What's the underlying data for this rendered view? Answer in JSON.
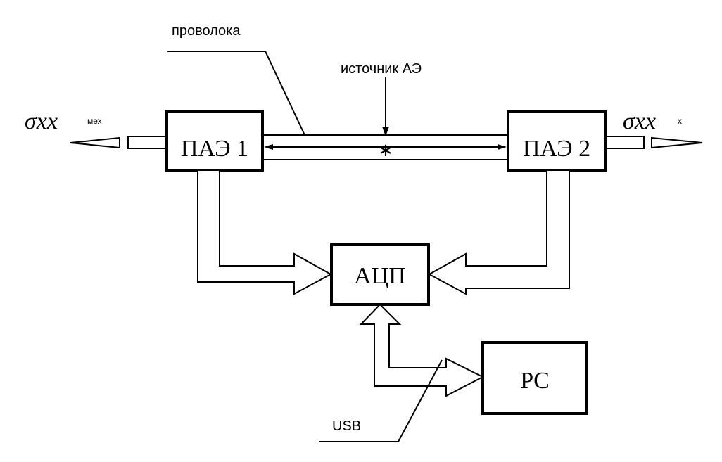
{
  "labels": {
    "wire": "проволока",
    "ae_source": "источник АЭ",
    "usb": "USB",
    "left_stress": "σxx",
    "left_stress_sub": "мех",
    "right_stress": "σxx",
    "right_stress_sub": "x"
  },
  "blocks": {
    "pae1": "ПАЭ 1",
    "pae2": "ПАЭ 2",
    "adc": "АЦП",
    "pc": "PC"
  },
  "symbols": {
    "source_mark": "∗"
  }
}
